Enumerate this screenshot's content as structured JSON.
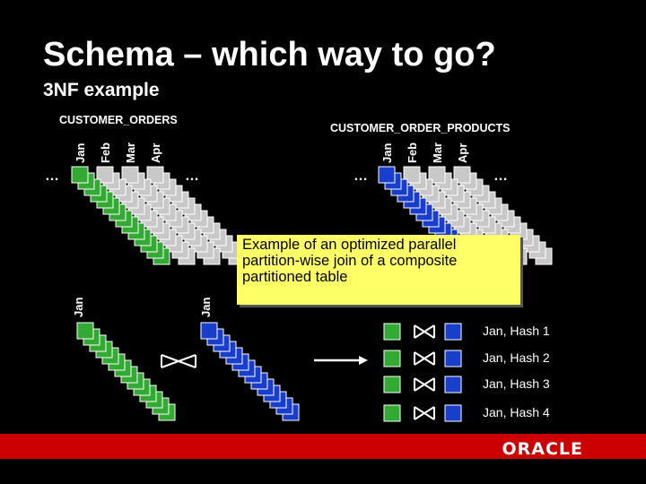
{
  "slide": {
    "title": "Schema – which way to go?",
    "subtitle": "3NF example",
    "left_table": {
      "name": "CUSTOMER_ORDERS",
      "months": [
        "Jan",
        "Feb",
        "Mar",
        "Apr"
      ],
      "partition_label": "Jan"
    },
    "right_table": {
      "name": "CUSTOMER_ORDER_PRODUCTS",
      "months": [
        "Jan",
        "Feb",
        "Mar",
        "Apr"
      ],
      "partition_label": "Jan"
    },
    "ellipsis": "…",
    "callout": "Example of an optimized parallel partition-wise join of a composite partitioned table",
    "hash_joins": [
      "Jan, Hash 1",
      "Jan, Hash 2",
      "Jan, Hash 3",
      "Jan, Hash 4"
    ],
    "footer_logo": "ORACLE",
    "colors": {
      "green": "#33aa33",
      "blue": "#1a3ecc",
      "gray": "#c8c8c8",
      "red_bar": "#cc0000",
      "callout_bg": "#ffff66"
    }
  }
}
